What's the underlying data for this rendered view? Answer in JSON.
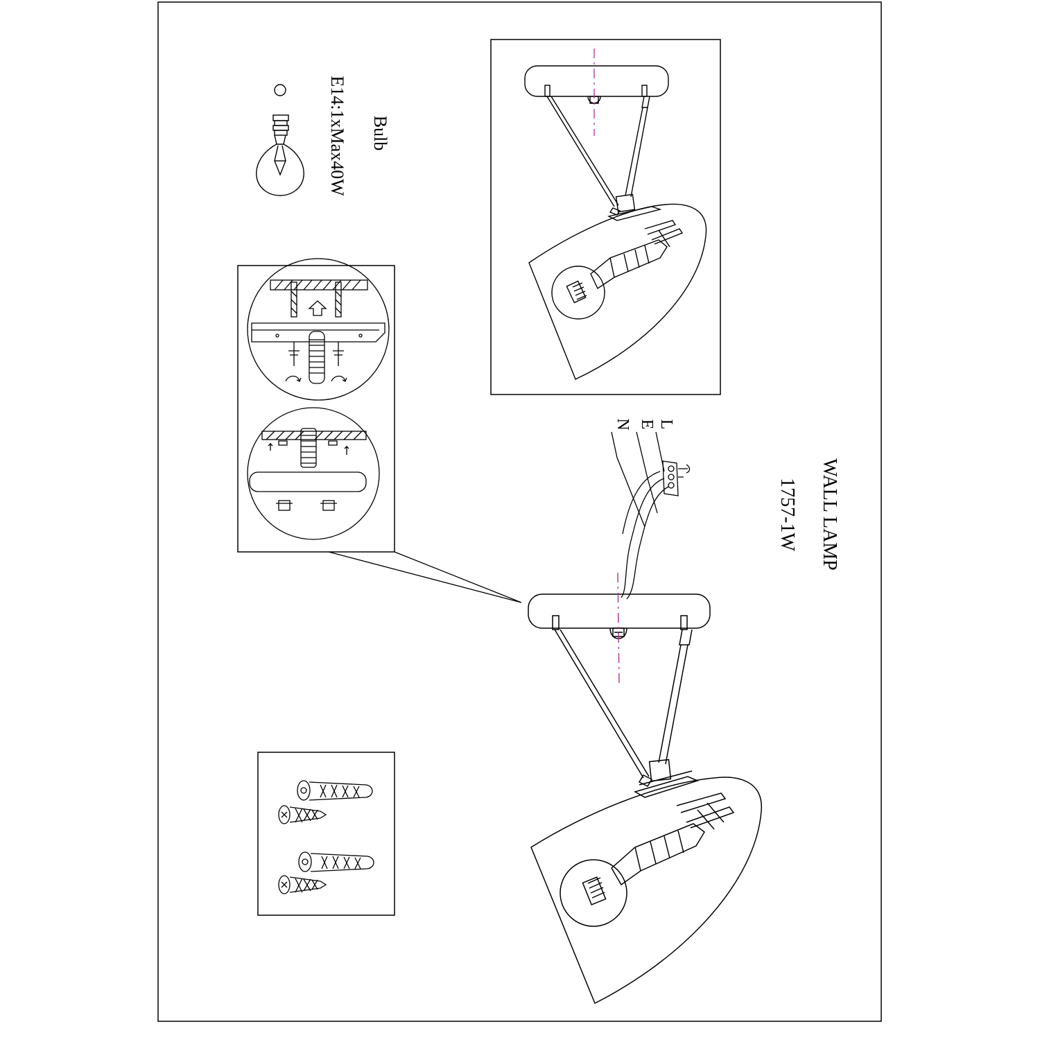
{
  "title": {
    "line1": "WALL LAMP",
    "line2": "1757-1W"
  },
  "bulb": {
    "label": "Bulb",
    "spec": "E14:1xMax40W"
  },
  "wiring": {
    "l": "L",
    "e": "E",
    "n": "N"
  },
  "colors": {
    "line": "#000000",
    "centerline": "#b0308a",
    "frame": "#000000",
    "background": "#ffffff"
  }
}
